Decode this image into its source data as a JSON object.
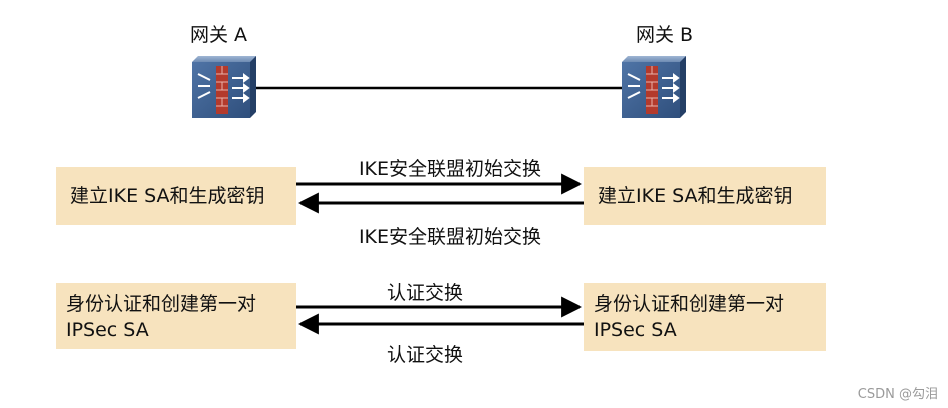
{
  "gateways": {
    "a": {
      "label": "网关 A",
      "icon": "firewall-icon"
    },
    "b": {
      "label": "网关 B",
      "icon": "firewall-icon"
    }
  },
  "phase1": {
    "left_box": "建立IKE SA和生成密钥",
    "right_box": "建立IKE SA和生成密钥",
    "msg_to_right": "IKE安全联盟初始交换",
    "msg_to_left": "IKE安全联盟初始交换"
  },
  "phase2": {
    "left_box_lines": [
      "身份认证和创建第一对",
      "IPSec SA"
    ],
    "right_box_lines": [
      "身份认证和创建第一对",
      "IPSec SA"
    ],
    "msg_to_right": "认证交换",
    "msg_to_left": "认证交换"
  },
  "watermark": "CSDN @勾泪",
  "colors": {
    "box_fill": "#f7e3be",
    "device_blue": "#3b5f8f",
    "brick_red": "#b33a2c"
  }
}
